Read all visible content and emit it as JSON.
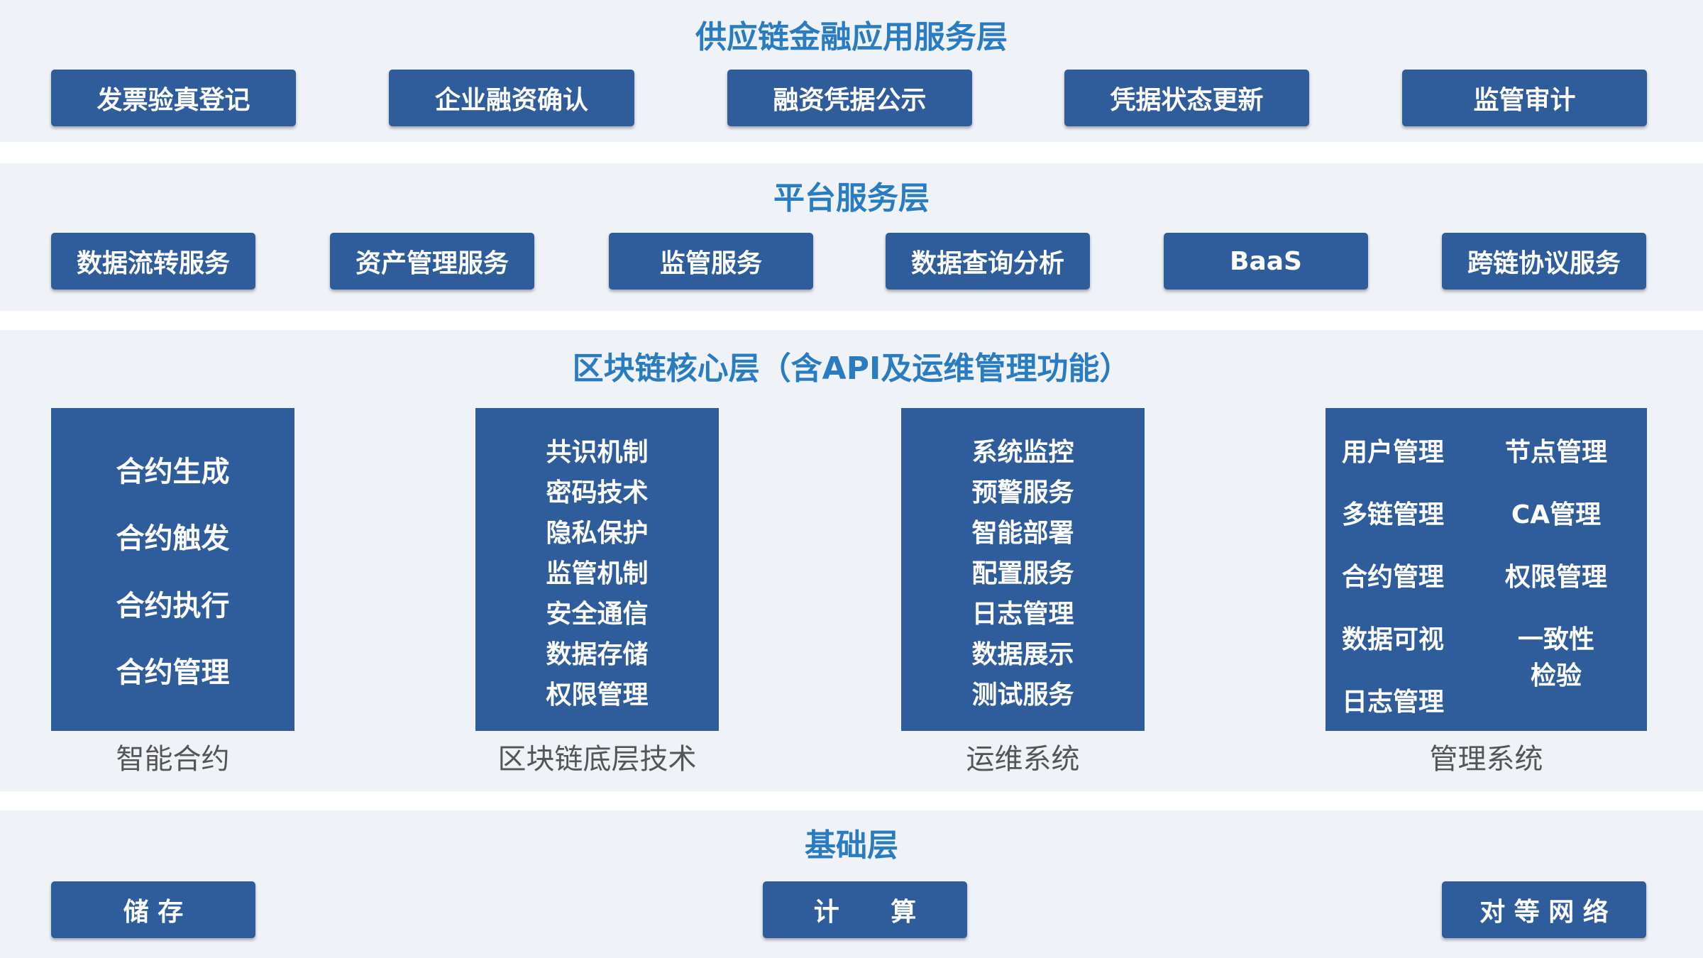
{
  "colors": {
    "layer_bg": "#eff3f8",
    "box_fill": "#2f5d9b",
    "title_text": "#2a7cc0",
    "caption_text": "#555555"
  },
  "application_layer": {
    "title": "供应链金融应用服务层",
    "items": [
      "发票验真登记",
      "企业融资确认",
      "融资凭据公示",
      "凭据状态更新",
      "监管审计"
    ]
  },
  "platform_layer": {
    "title": "平台服务层",
    "items": [
      "数据流转服务",
      "资产管理服务",
      "监管服务",
      "数据查询分析",
      "BaaS",
      "跨链协议服务"
    ]
  },
  "core_layer": {
    "title": "区块链核心层（含API及运维管理功能）",
    "smart_contract": {
      "caption": "智能合约",
      "items": [
        "合约生成",
        "合约触发",
        "合约执行",
        "合约管理"
      ]
    },
    "underlying_tech": {
      "caption": "区块链底层技术",
      "items": [
        "共识机制",
        "密码技术",
        "隐私保护",
        "监管机制",
        "安全通信",
        "数据存储",
        "权限管理"
      ]
    },
    "ops_system": {
      "caption": "运维系统",
      "items": [
        "系统监控",
        "预警服务",
        "智能部署",
        "配置服务",
        "日志管理",
        "数据展示",
        "测试服务"
      ]
    },
    "management_system": {
      "caption": "管理系统",
      "left": [
        "用户管理",
        "多链管理",
        "合约管理",
        "数据可视",
        "日志管理"
      ],
      "right": [
        "节点管理",
        "CA管理",
        "权限管理",
        "一致性",
        "检验"
      ]
    }
  },
  "base_layer": {
    "title": "基础层",
    "items": [
      "储 存",
      "计 算",
      "对 等 网 络"
    ]
  }
}
